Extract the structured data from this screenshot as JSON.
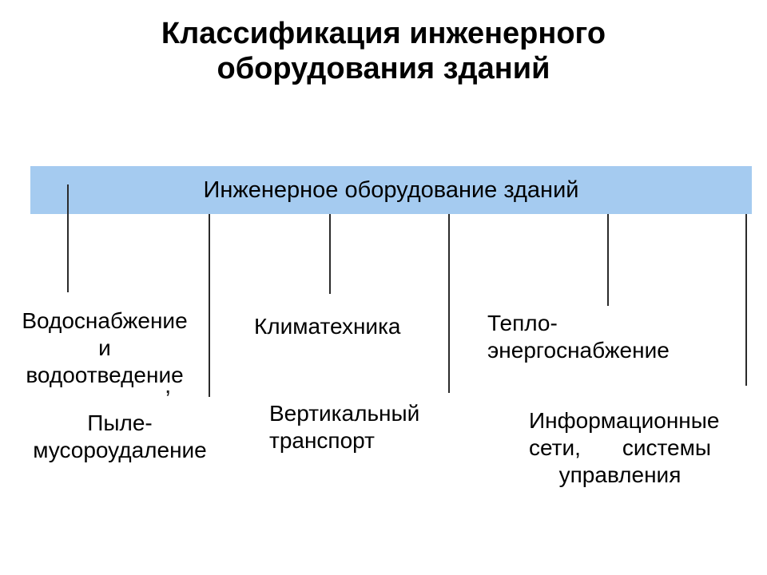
{
  "title": {
    "lines": [
      "Классификация инженерного",
      "оборудования зданий"
    ]
  },
  "tree": {
    "root": {
      "label": "Инженерное оборудование зданий"
    },
    "branches": [
      {
        "id": "water",
        "label": "Водоснабжение и водоотведение",
        "lines": [
          "Водоснабжение",
          "и",
          "водоотведение"
        ]
      },
      {
        "id": "climate",
        "label": "Климатехника",
        "lines": [
          "Климатехника"
        ]
      },
      {
        "id": "heat",
        "label": "Тепло-энергоснабжение",
        "lines": [
          "Тепло-",
          "энергоснабжение"
        ]
      },
      {
        "id": "dust",
        "label": "Пыле-мусороудаление",
        "lines": [
          "Пыле-",
          "мусороудаление"
        ]
      },
      {
        "id": "vertical",
        "label": "Вертикальный транспорт",
        "lines": [
          "Вертикальный",
          "транспорт"
        ]
      },
      {
        "id": "info",
        "label": "Информационные сети, системы управления",
        "lines": [
          "Информационные",
          "сети,",
          "системы",
          "управления"
        ]
      }
    ]
  },
  "colors": {
    "root_box_bg": "#A5CBF0",
    "connector": "#2b2b2b",
    "text": "#000000"
  },
  "stray_mark": ","
}
